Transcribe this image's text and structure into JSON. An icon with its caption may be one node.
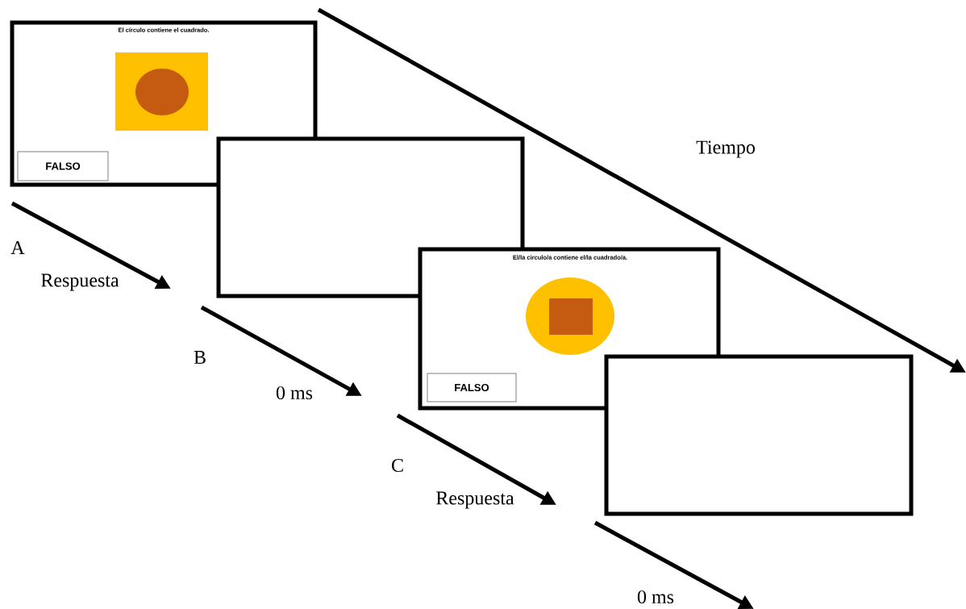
{
  "diagram": {
    "nodes": [
      {
        "text": [
          "El círculo contiene el cuadrado."
        ]
      },
      {
        "text": [
          "FALSO"
        ],
        "in": 0
      },
      {
        "text": [],
        "shape": "box"
      },
      {
        "text": [
          "El/la circulo/a contiene el/la cuadrado/a."
        ]
      },
      {
        "text": [
          "FALSO"
        ],
        "in": 3
      },
      {
        "text": [],
        "shape": "box"
      }
    ],
    "labels": [
      "Tiempo",
      "A",
      "Respuesta",
      "B",
      "0 ms",
      "C",
      "Respuesta",
      "0 ms"
    ]
  }
}
